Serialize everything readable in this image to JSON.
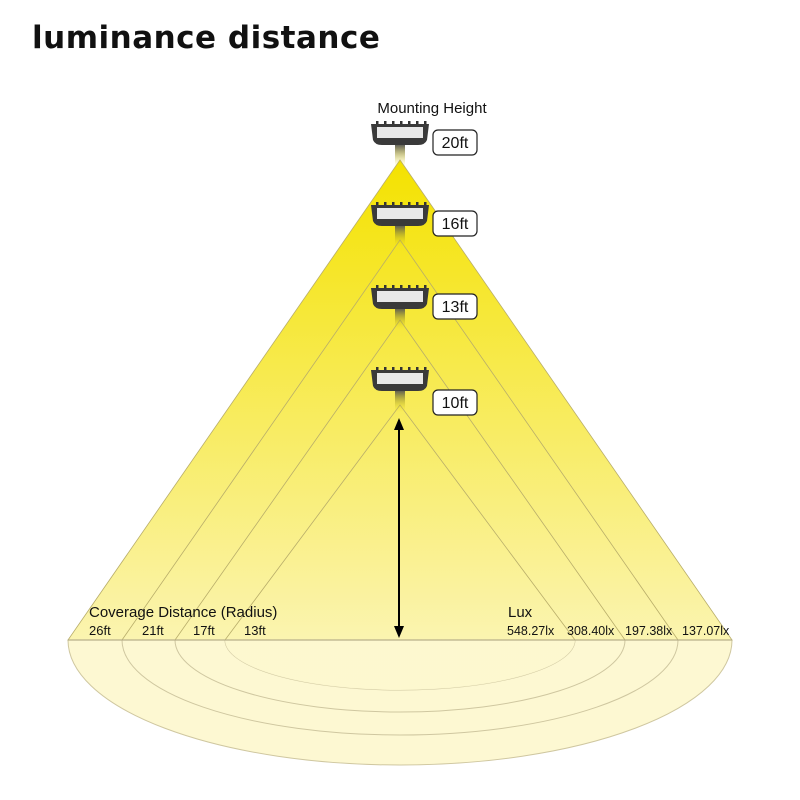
{
  "title": "luminance distance",
  "mounting_label": "Mounting Height",
  "heights": [
    "20ft",
    "16ft",
    "13ft",
    "10ft"
  ],
  "coverage_label": "Coverage Distance (Radius)",
  "radii": [
    "26ft",
    "21ft",
    "17ft",
    "13ft"
  ],
  "lux_label": "Lux",
  "lux": [
    "548.27lx",
    "308.40lx",
    "197.38lx",
    "137.07lx"
  ],
  "colors": {
    "beam": "#f7e600",
    "pale": "#fcf6c0",
    "lamp": "#3a3a3a"
  }
}
